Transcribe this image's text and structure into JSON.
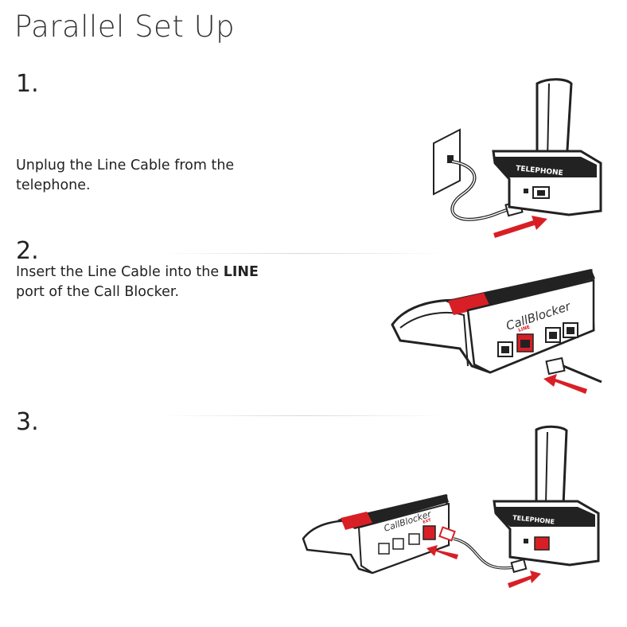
{
  "title": "Parallel Set Up",
  "steps": [
    {
      "number": "1.",
      "text": "Unplug the Line Cable from the telephone.",
      "strong": ""
    },
    {
      "number": "2.",
      "text": "Insert the Line Cable into the ",
      "strong": "LINE",
      "text_after": " port of the Call Blocker."
    },
    {
      "number": "3.",
      "text": "",
      "strong": ""
    }
  ],
  "illustration": {
    "telephone_label": "TELEPHONE",
    "callblocker_label": "CallBlocker",
    "line_port_label": "LINE",
    "ext_port_label": "EXT",
    "accent_color": "#d81f26",
    "dark_color": "#222222"
  }
}
